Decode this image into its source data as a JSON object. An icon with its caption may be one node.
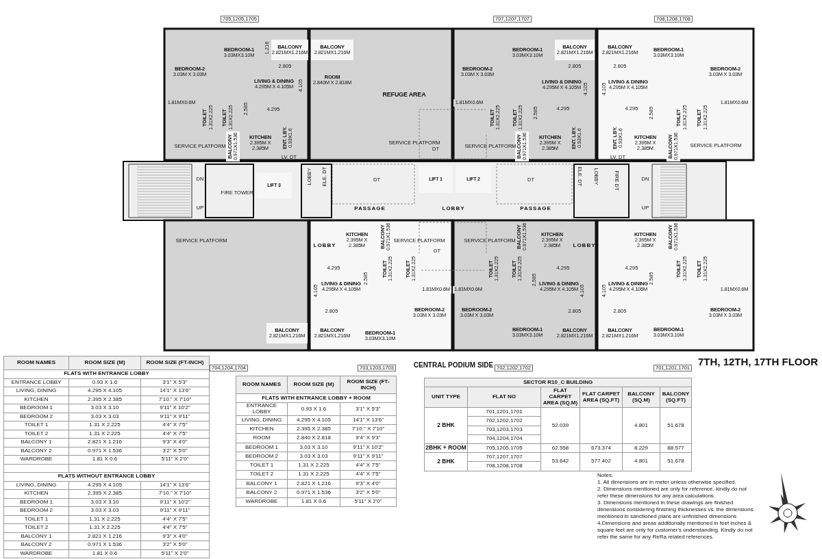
{
  "diagram": {
    "title": "7TH, 12TH, 17TH FLOOR",
    "nodes": [
      {
        "text": [
          "BEDROOM-2",
          "3.03M X 3.03M"
        ]
      },
      {
        "text": [
          "BEDROOM-1",
          "3.03MX3.10M"
        ]
      },
      {
        "text": [
          "BALCONY",
          "2.821MX1.216M"
        ]
      },
      {
        "text": [
          "BALCONY",
          "2.821MX1.216M"
        ]
      },
      {
        "text": [
          "LIVING & DINING",
          "4.295M X 4.105M"
        ]
      },
      {
        "text": [
          "ROOM",
          "2.840M X 2.818M"
        ]
      },
      {
        "text": [
          "1.81MX0.6M"
        ]
      },
      {
        "text": [
          "TOILET",
          "1.31X2.225"
        ]
      },
      {
        "text": [
          "TOILET",
          "1.31X2.225"
        ]
      },
      {
        "text": [
          "BALCONY",
          "0.971X1.536"
        ]
      },
      {
        "text": [
          "KITCHEN",
          "2.395M X 2.385M"
        ]
      },
      {
        "text": [
          "ENT. LBY.",
          "0.93X1.6"
        ]
      },
      {
        "text": [
          "REFUGE AREA"
        ]
      },
      {
        "text": [
          "BEDROOM-2",
          "3.03M X 3.03M"
        ]
      },
      {
        "text": [
          "BEDROOM-1",
          "3.03MX3.10M"
        ]
      },
      {
        "text": [
          "BALCONY",
          "2.821MX1.216M"
        ]
      },
      {
        "text": [
          "BALCONY",
          "2.821MX1.216M"
        ]
      },
      {
        "text": [
          "BEDROOM-1",
          "3.03MX3.10M"
        ]
      },
      {
        "text": [
          "BEDROOM-2",
          "3.03M X 3.03M"
        ]
      },
      {
        "text": [
          "1.81MX0.6M"
        ]
      },
      {
        "text": [
          "LIVING & DINING",
          "4.295M X 4.105M"
        ]
      },
      {
        "text": [
          "LIVING & DINING",
          "4.295M X 4.105M"
        ]
      },
      {
        "text": [
          "TOILET",
          "1.31X2.225"
        ]
      },
      {
        "text": [
          "TOILET",
          "1.31X2.225"
        ]
      },
      {
        "text": [
          "TOILET",
          "1.31X2.225"
        ]
      },
      {
        "text": [
          "TOILET",
          "1.31X2.225"
        ]
      },
      {
        "text": [
          "1.81MX0.6M"
        ]
      },
      {
        "text": [
          "BALCONY",
          "0.971X1.536"
        ]
      },
      {
        "text": [
          "KITCHEN",
          "2.395M X 2.385M"
        ]
      },
      {
        "text": [
          "ENT. LBY.",
          "0.93X1.6"
        ]
      },
      {
        "text": [
          "ENT. LBY.",
          "0.93X1.6"
        ]
      },
      {
        "text": [
          "KITCHEN",
          "2.395M X 2.385M"
        ]
      },
      {
        "text": [
          "BALCONY",
          "0.971X1.536"
        ]
      },
      {
        "text": [
          "LIFT 3"
        ]
      },
      {
        "text": [
          "LIFT 1"
        ]
      },
      {
        "text": [
          "LIFT 2"
        ]
      },
      {
        "text": [
          "KITCHEN",
          "2.395M X 2.385M"
        ]
      },
      {
        "text": [
          "BALCONY",
          "0.971X1.536"
        ]
      },
      {
        "text": [
          "BALCONY",
          "0.971X1.536"
        ]
      },
      {
        "text": [
          "KITCHEN",
          "2.395M X 2.385M"
        ]
      },
      {
        "text": [
          "KITCHEN",
          "2.395M X 2.385M"
        ]
      },
      {
        "text": [
          "BALCONY",
          "0.971X1.536"
        ]
      },
      {
        "text": [
          "TOILET",
          "1.31X2.225"
        ]
      },
      {
        "text": [
          "TOILET",
          "1.31X2.225"
        ]
      },
      {
        "text": [
          "TOILET",
          "1.31X2.225"
        ]
      },
      {
        "text": [
          "TOILET",
          "1.31X2.225"
        ]
      },
      {
        "text": [
          "TOILET",
          "1.31X2.225"
        ]
      },
      {
        "text": [
          "TOILET",
          "1.31X2.225"
        ]
      },
      {
        "text": [
          "LIVING & DINING",
          "4.295M X 4.105M"
        ]
      },
      {
        "text": [
          "1.81MX0.6M"
        ]
      },
      {
        "text": [
          "1.81MX0.6M"
        ]
      },
      {
        "text": [
          "LIVING & DINING",
          "4.295M X 4.105M"
        ]
      },
      {
        "text": [
          "LIVING & DINING",
          "4.295M X 4.105M"
        ]
      },
      {
        "text": [
          "1.81MX0.6M"
        ]
      },
      {
        "text": [
          "BEDROOM-2",
          "3.03M X 3.03M"
        ]
      },
      {
        "text": [
          "BEDROOM-2",
          "3.03M X 3.03M"
        ]
      },
      {
        "text": [
          "BEDROOM-2",
          "3.03M X 3.03M"
        ]
      },
      {
        "text": [
          "BEDROOM-1",
          "3.03MX3.10M"
        ]
      },
      {
        "text": [
          "BEDROOM-1",
          "3.03MX3.10M"
        ]
      },
      {
        "text": [
          "BEDROOM-1",
          "3.03MX3.10M"
        ]
      },
      {
        "text": [
          "BALCONY",
          "2.821MX1.216M"
        ]
      },
      {
        "text": [
          "BALCONY",
          "2.821MX1.216M"
        ]
      },
      {
        "text": [
          "BALCONY",
          "2.821MX1.216M"
        ]
      },
      {
        "text": [
          "BALCONY",
          "2.821MX1.216M"
        ]
      }
    ],
    "labels": [
      "705,1205,1705",
      "707,1207,1707",
      "708,1208,1708",
      "1.216",
      "2.805",
      "4.105",
      "2.585",
      "4.295",
      "SERVICE PLATFORM",
      "LV. DT",
      "SERVICE PLATFORM",
      "DT",
      "2.805",
      "2.805",
      "4.105",
      "4.105",
      "2.585",
      "4.295",
      "4.295",
      "2.585",
      "SERVICE PLATFORM",
      "LV. DT",
      "SERVICE PLATFORM",
      "LOBBY",
      "ELE. DT",
      "ELE. DT",
      "LOBBY",
      "FIRE DT",
      "DN",
      "DT",
      "DT",
      "DN",
      "FIRE TOWER",
      "UP",
      "PASSAGE",
      "LOBBY",
      "PASSAGE",
      "UP",
      "SERVICE PLATFORM",
      "LOBBY",
      "SERVICE PLATFORM",
      "DT",
      "SERVICE PLATFORM",
      "LOBBY",
      "4.295",
      "4.105",
      "2.585",
      "2.805",
      "4.295",
      "2.585",
      "4.105",
      "2.805",
      "4.295",
      "4.105",
      "2.585",
      "2.805",
      "704,1204,1704",
      "703,1203,1703",
      "CENTRAL PODIUM SIDE",
      "702,1202,1702",
      "701,1201,1701",
      "ROOM NAMES",
      "ROOM SIZE (M)",
      "ROOM SIZE (FT-INCH)",
      "FLATS WITH ENTRANCE LOBBY",
      "ENTRANCE LOBBY",
      "0.93 X 1.6",
      "3'1\" X 5'3\"",
      "LIVING, DINING",
      "4.295 X 4.105",
      "14'1\" X 13'6\"",
      "KITCHEN",
      "2.395 X 2.385",
      "7'10.\" X 7'10\"",
      "BEDROOM 1",
      "3.03 X 3.10",
      "9'11\" X 10'2\"",
      "BEDROOM 2",
      "3.03 X 3.03",
      "9'11\" X 9'11\"",
      "TOILET 1",
      "1.31 X 2.225",
      "4'4\" X 7'5\"",
      "TOILET 2",
      "1.31 X 2.225",
      "4'4\" X 7'5\"",
      "BALCONY 1",
      "2.821 X 1.216",
      "9'3\" X 4'0\"",
      "BALCONY 2",
      "0.971 X 1.536",
      "3'2\" X 5'0\"",
      "WARDROBE",
      "1.81 X 0.6",
      "5'11\" X 2'0\"",
      "FLATS WITHOUT ENTRANCE LOBBY",
      "LIVING, DINING",
      "4.295 X 4.105",
      "14'1\" X 13'6\"",
      "KITCHEN",
      "2.395 X 2.385",
      "7'10.\" X 7'10\"",
      "BEDROOM 1",
      "3.03 X 3.10",
      "9'11\" X 10'2\"",
      "BEDROOM 2",
      "3.03 X 3.03",
      "9'11\" X 9'11\"",
      "TOILET 1",
      "1.31 X 2.225",
      "4'4\" X 7'5\"",
      "TOILET 2",
      "1.31 X 2.225",
      "4'4\" X 7'5\"",
      "BALCONY 1",
      "2.821 X 1.216",
      "9'3\" X 4'0\"",
      "BALCONY 2",
      "0.971 X 1.536",
      "3'2\" X 5'0\"",
      "WARDROBE",
      "1.81 X 0.6",
      "5'11\" X 2'0\"",
      "ROOM NAMES",
      "ROOM SIZE (M)",
      "ROOM SIZE (FT-INCH)",
      "FLATS WITH ENTRANCE LOBBY + ROOM",
      "ENTRANCE LOBBY",
      "0.93 X 1.6",
      "3'1\" X 5'3\"",
      "LIVING, DINING",
      "4.295 X 4.105",
      "14'1\" X 13'6\"",
      "KITCHEN",
      "2.395 X 2.385",
      "7'10.\" X 7'10\"",
      "ROOM",
      "2.840 X 2.818",
      "9'4\" X 9'3\"",
      "BEDROOM 1",
      "3.03 X 3.10",
      "9'11\" X 10'2\"",
      "BEDROOM 2",
      "3.03 X 3.03",
      "9'11\" X 9'11\"",
      "TOILET 1",
      "1.31 X 2.225",
      "4'4\" X 7'5\"",
      "TOILET 2",
      "1.31 X 2.225",
      "4'4\" X 7'5\"",
      "BALCONY 1",
      "2.821 X 1.216",
      "9'3\" X 4'0\"",
      "BALCONY 2",
      "0.971 X 1.536",
      "3'2\" X 5'0\"",
      "WARDROBE",
      "1.81 X 0.6",
      "5'11\" X 2'0\"",
      "SECTOR R10_C BUILDING",
      "UNIT TYPE",
      "FLAT NO",
      "FLAT CARPET AREA (SQ.M)",
      "FLAT CARPET AREA (SQ.FT)",
      "BALCONY (SQ.M)",
      "BALCONY (SQ.FT)",
      "2 BHK",
      "701,1201,1701",
      "52.039",
      "4.801",
      "51.678",
      "702,1202,1702",
      "703,1203,1703",
      "704,1204,1704",
      "2BHK + ROOM",
      "705,1205,1705",
      "62.558",
      "673.374",
      "8.229",
      "88.577",
      "2 BHK",
      "707,1207,1707",
      "53.642",
      "577.402",
      "4.801",
      "51.678",
      "708,1208,1708",
      "Notes:",
      "1. All dimensions are in meter unless otherwise specified.",
      "2. Dimensions mentioned are only for reference. kindly do not refer these dimensions for any area calculations.",
      "3. Dimensions mentioned in these drawings are finished dimensions considering finishing thicknesses vs. the dimensions mentioned in sanctioned plans are unfinished dimensions",
      "4.Dimensions and areas additionally mentioned in feet inches & square feet are only for customer's understanding. Kindly do not refer the same for any ReRa related references."
    ]
  }
}
